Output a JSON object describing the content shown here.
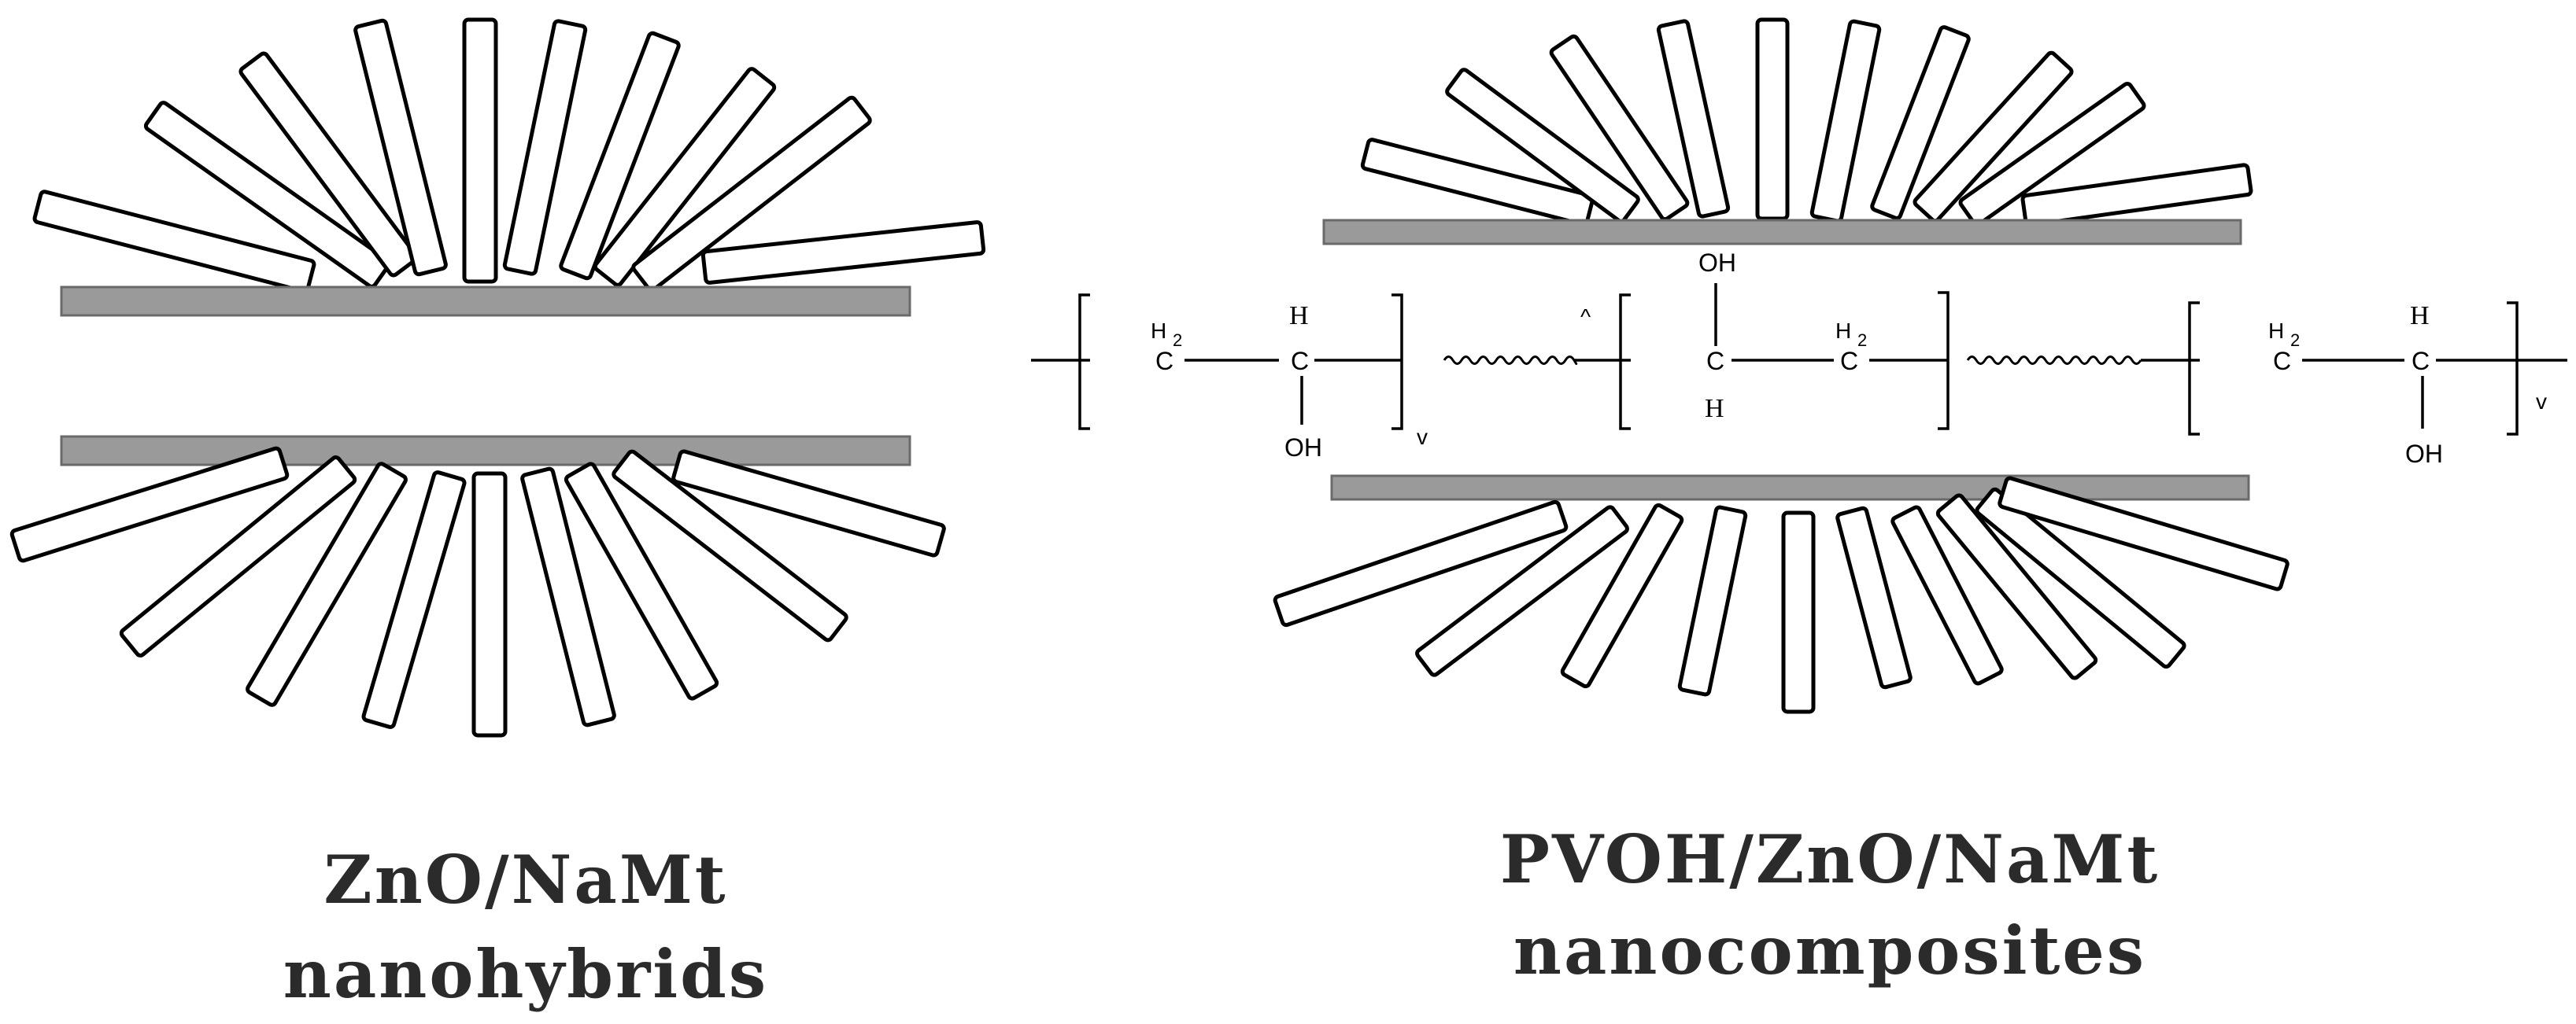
{
  "colors": {
    "rod_fill": "#ffffff",
    "rod_stroke": "#000000",
    "plate": "#9a9a9a",
    "caption": "#2b2b2b"
  },
  "left_caption": {
    "line1": "ZnO/NaMt",
    "line2": "nanohybrids"
  },
  "right_caption": {
    "line1": "PVOH/ZnO/NaMt",
    "line2": "nanocomposites"
  },
  "chem": {
    "oh": "OH",
    "h": "H",
    "c": "C",
    "h2": "H",
    "two": "2",
    "v": "v",
    "caret": "^"
  }
}
